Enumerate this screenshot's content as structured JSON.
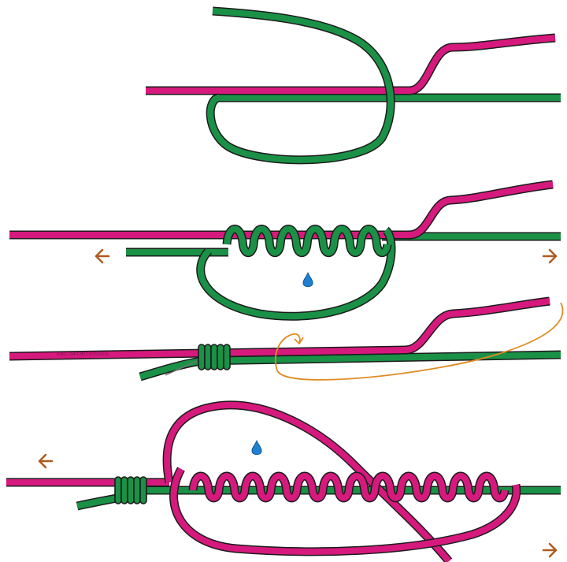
{
  "colors": {
    "pink_line": "#d6197d",
    "green_line": "#1a9146",
    "outline": "#1b1b1b",
    "arrow_brown": "#b05a20",
    "guide_orange": "#e08a22",
    "drop_blue": "#1f7fd0",
    "background": "#ffffff"
  },
  "label": {
    "brand": "ABC-SPORTVISSEN"
  },
  "steps": [
    {
      "name": "step-1-overlay-and-loop"
    },
    {
      "name": "step-2-wrap-tag-end"
    },
    {
      "name": "step-3-snug-first-knot"
    },
    {
      "name": "step-4-wrap-second-end"
    }
  ],
  "icons": {
    "arrow_left": "arrow-left-icon",
    "arrow_right": "arrow-right-icon",
    "water_drop": "water-drop-icon",
    "curved_guide": "curved-guide-arrow-icon"
  }
}
